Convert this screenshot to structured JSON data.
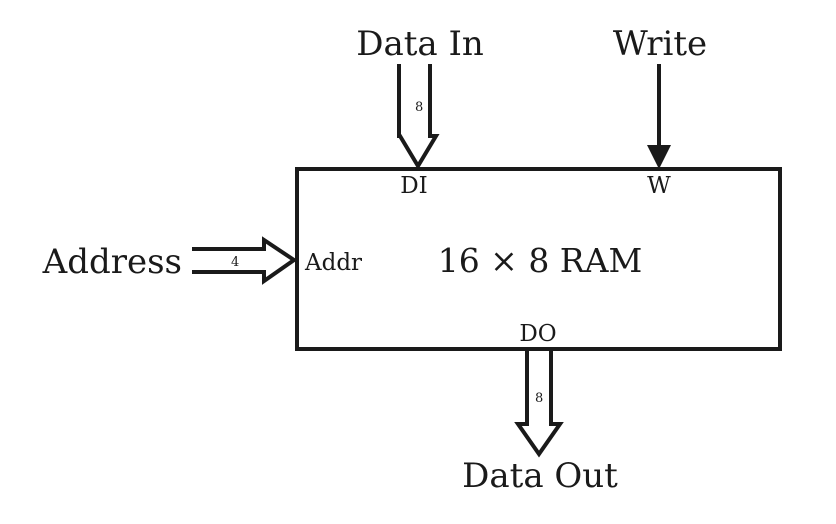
{
  "diagram": {
    "block": {
      "title": "16 × 8 RAM",
      "pins": {
        "data_in": "DI",
        "write": "W",
        "address": "Addr",
        "data_out": "DO"
      }
    },
    "signals": {
      "data_in": {
        "label": "Data In",
        "width": "8"
      },
      "write": {
        "label": "Write"
      },
      "address": {
        "label": "Address",
        "width": "4"
      },
      "data_out": {
        "label": "Data Out",
        "width": "8"
      }
    },
    "colors": {
      "ink": "#1a1a1a",
      "background": "#ffffff"
    }
  }
}
